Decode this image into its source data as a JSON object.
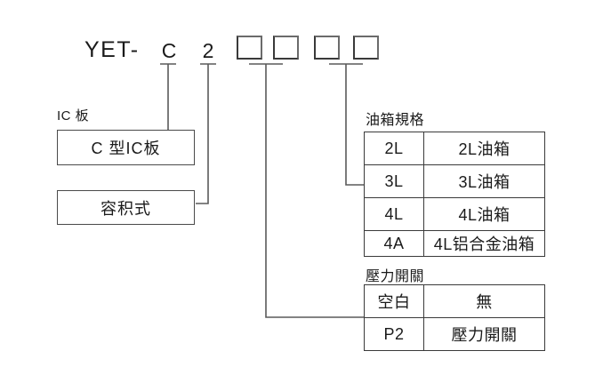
{
  "model_code": {
    "prefix": "YET-",
    "segment_ic_board": "C",
    "segment_pump": "2",
    "placeholder_box_count": 4
  },
  "ic_board": {
    "label": "IC 板",
    "value": "C 型IC板"
  },
  "pump_type": {
    "value": "容积式"
  },
  "tank_spec": {
    "label": "油箱規格",
    "rows": [
      {
        "code": "2L",
        "desc": "2L油箱"
      },
      {
        "code": "3L",
        "desc": "3L油箱"
      },
      {
        "code": "4L",
        "desc": "4L油箱"
      },
      {
        "code": "4A",
        "desc": "4L铝合金油箱"
      }
    ]
  },
  "pressure_switch": {
    "label": "壓力開關",
    "rows": [
      {
        "code": "空白",
        "desc": "無"
      },
      {
        "code": "P2",
        "desc": "壓力開關"
      }
    ]
  },
  "colors": {
    "background": "#ffffff",
    "text": "#1a1a1a",
    "connector_line": "#5a5a5a",
    "table_border": "#3a3a3a",
    "placeholder_box_border": "#6b6b6b"
  }
}
